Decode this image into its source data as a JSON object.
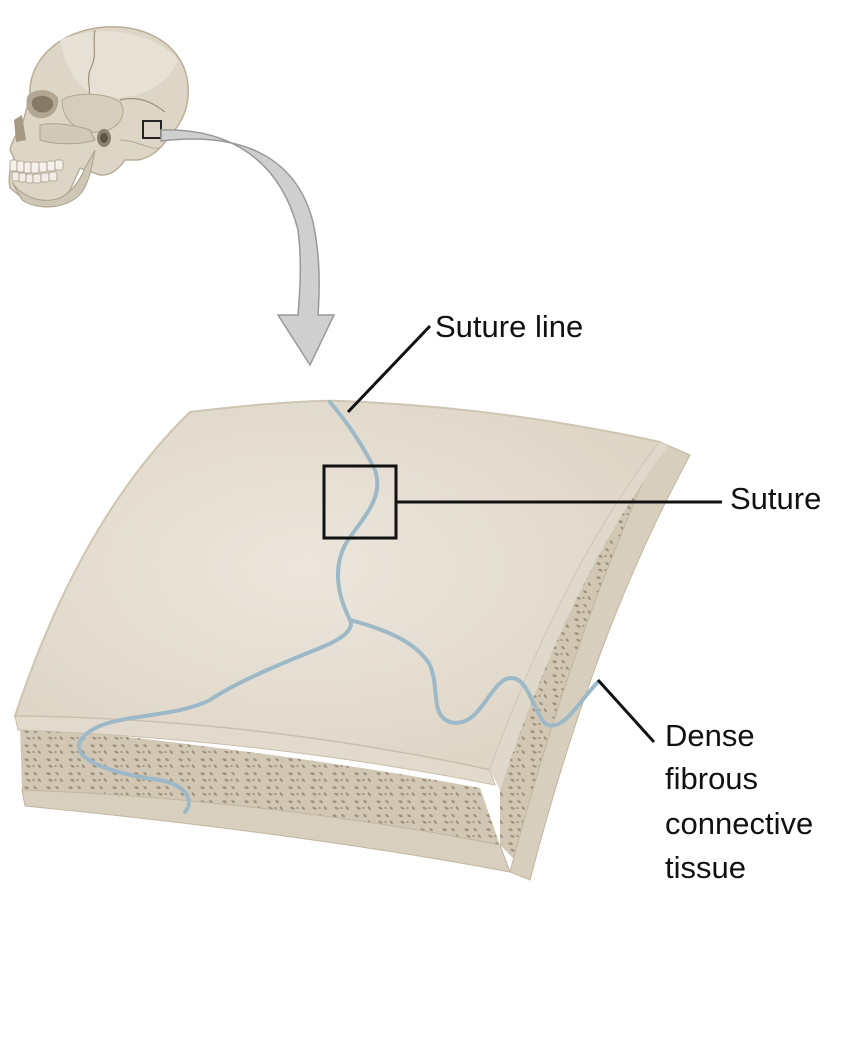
{
  "labels": {
    "suture_line": "Suture line",
    "suture": "Suture",
    "dense_line1": "Dense",
    "dense_line2": "fibrous",
    "dense_line3": "connective",
    "dense_line4": "tissue"
  },
  "colors": {
    "bone_top": "#e6dfd3",
    "bone_edge": "#d6cbb8",
    "spongy_bone": "#cfc4b1",
    "spongy_pores": "#9e927e",
    "suture_line": "#9db9c8",
    "arrow": "#cfcfcf",
    "arrow_stroke": "#9a9a9a",
    "text": "#111111"
  }
}
